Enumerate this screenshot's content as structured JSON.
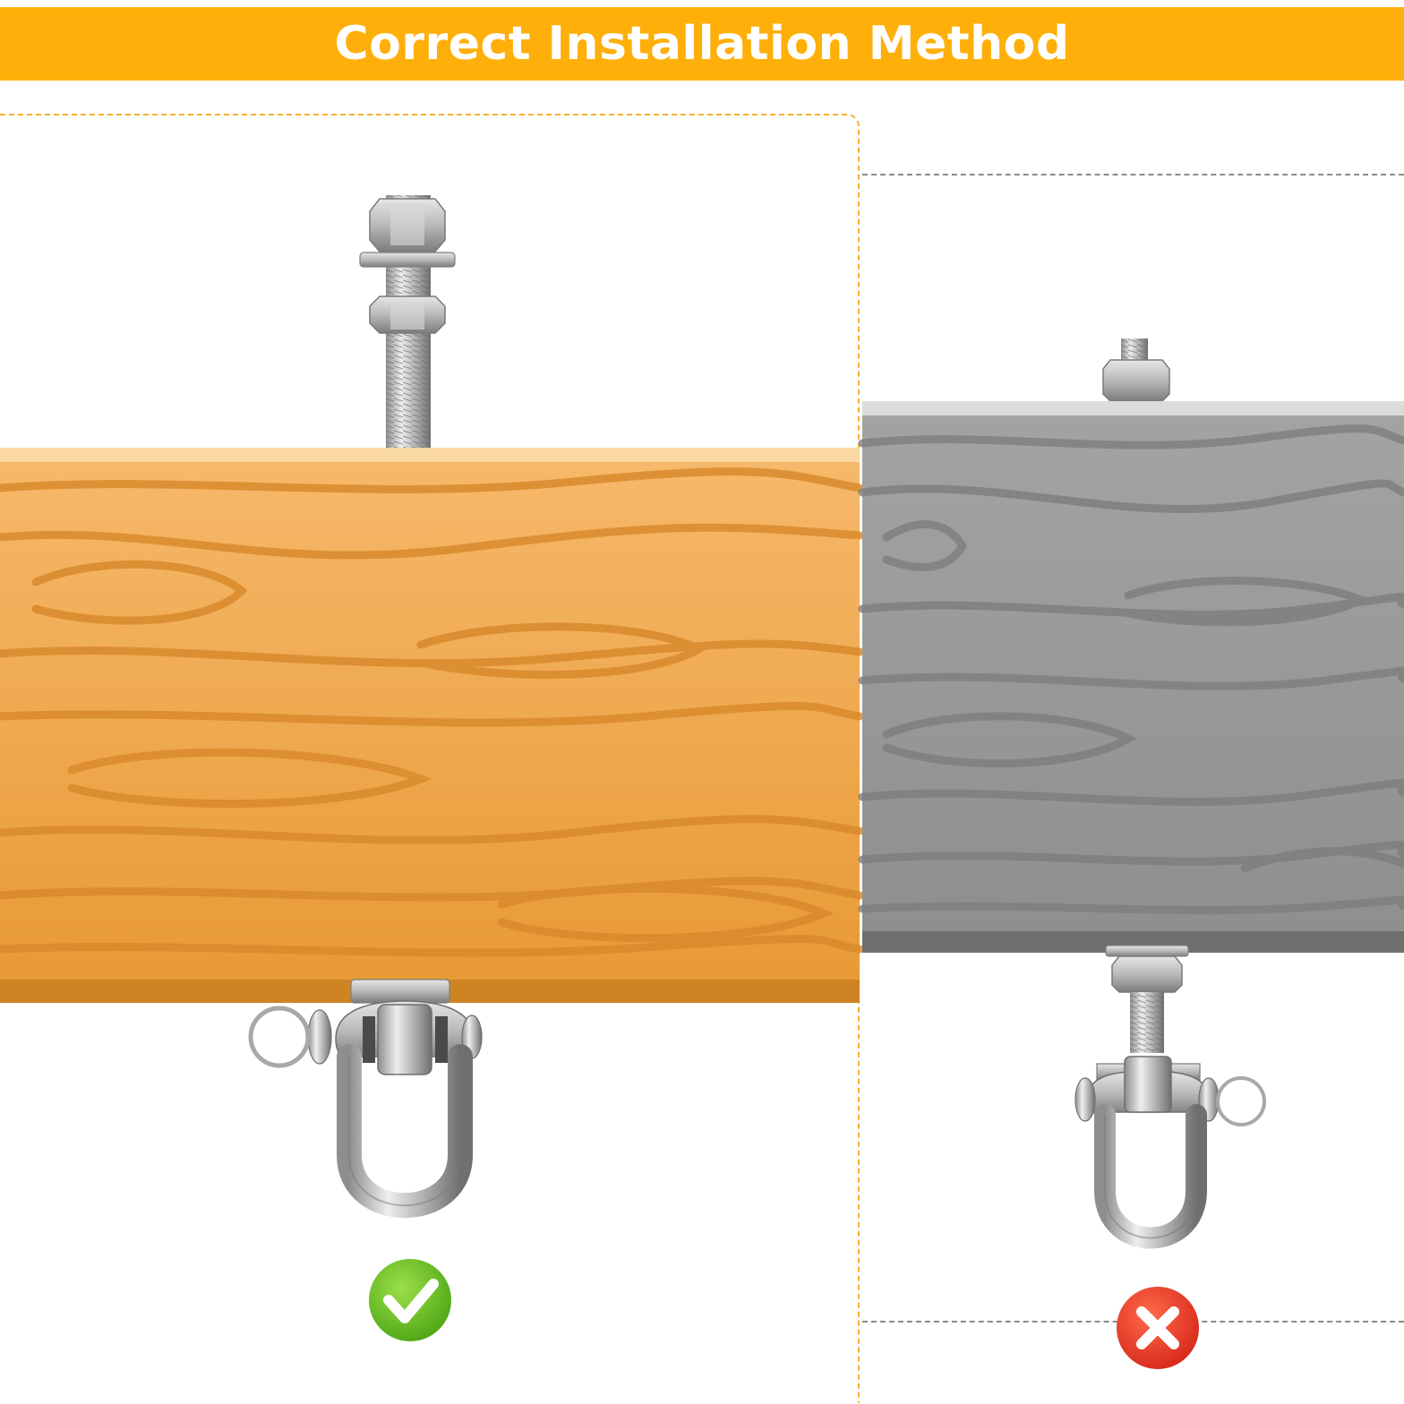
{
  "header": {
    "title": "Correct Installation Method",
    "background_color": "#ffaf0a"
  },
  "panels": [
    {
      "status": "correct",
      "beam_color": "#f2a94a",
      "badge_icon": "check-icon",
      "badge_color": "#6cc11d"
    },
    {
      "status": "incorrect",
      "beam_color": "#9a9a9a",
      "badge_icon": "cross-icon",
      "badge_color": "#e53a1e"
    }
  ]
}
